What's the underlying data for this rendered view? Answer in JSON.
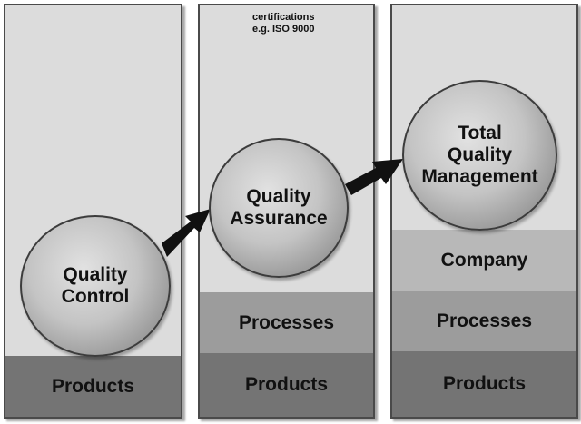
{
  "note": {
    "line1": "certifications",
    "line2": "e.g. ISO 9000"
  },
  "columns": [
    {
      "circle": {
        "line1": "Quality",
        "line2": "Control",
        "line3": ""
      },
      "bands": [
        "Products"
      ]
    },
    {
      "circle": {
        "line1": "Quality",
        "line2": "Assurance",
        "line3": ""
      },
      "bands": [
        "Processes",
        "Products"
      ]
    },
    {
      "circle": {
        "line1": "Total",
        "line2": "Quality",
        "line3": "Management"
      },
      "bands": [
        "Company",
        "Processes",
        "Products"
      ]
    }
  ],
  "colors": {
    "column_bg": "#dcdcdc",
    "band_dark": "#747474",
    "band_mid": "#9c9c9c",
    "band_light": "#b8b8b8",
    "arrow": "#111111"
  }
}
